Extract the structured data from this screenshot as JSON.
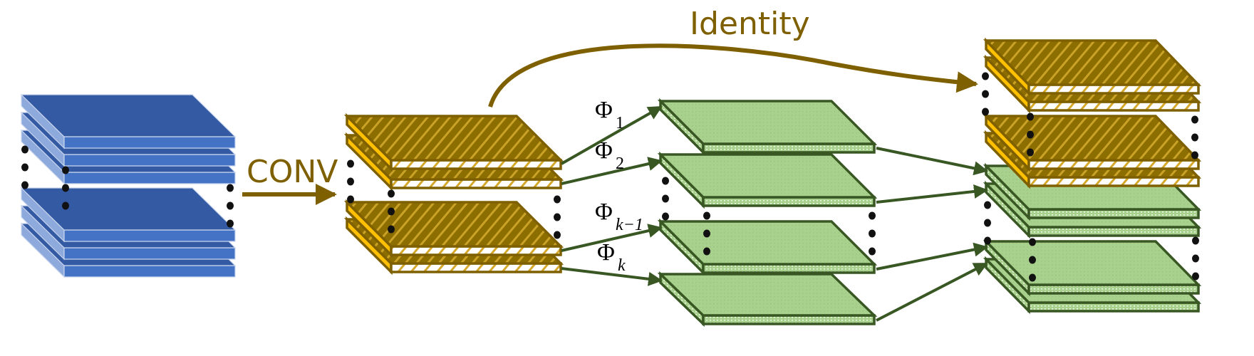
{
  "labels": {
    "conv": "CONV",
    "identity": "Identity",
    "phi_symbol": "Φ",
    "phi_1_sub": "1",
    "phi_2_sub": "2",
    "phi_km1_sub": "k−1",
    "phi_k_sub": "k"
  },
  "colors": {
    "blue_top": "#335aa3",
    "blue_front": "#4472c4",
    "blue_side": "#8ea9db",
    "gold_top": "#8c6d00",
    "gold_edge": "#7f6000",
    "gold_side": "#ffc000",
    "gold_stripe": "#c9a227",
    "green_top": "#a9d18e",
    "green_edge": "#385723",
    "green_front": "#c5e0b4",
    "arrow_brown": "#7f6000",
    "arrow_green": "#385723",
    "dots": "#111111"
  },
  "stacks": [
    {
      "name": "input-feature-maps",
      "color": "blue",
      "slab_count_shown": 6,
      "groups": 2
    },
    {
      "name": "conv-output-feature-maps",
      "color": "gold",
      "slab_count_shown": 4,
      "groups": 2
    },
    {
      "name": "transformed-feature-maps",
      "color": "green",
      "slab_count_shown": 4,
      "groups": 1
    },
    {
      "name": "concatenated-output",
      "color": "gold+green",
      "slab_count_shown": 8,
      "groups": 4
    }
  ]
}
